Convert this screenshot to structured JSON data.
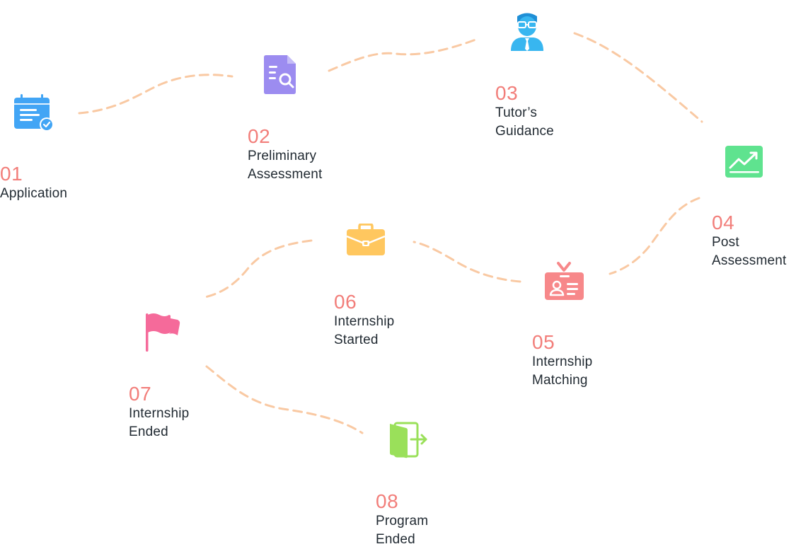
{
  "colors": {
    "path": "#f9c9a3",
    "number": "#f27e7a",
    "text": "#222b33",
    "application_icon": "#42a5f5",
    "assessment_icon": "#9c8cf0",
    "tutor_icon": "#38b6f0",
    "post_assessment_icon": "#5fe38f",
    "matching_icon": "#f7888a",
    "started_icon": "#ffc75f",
    "ended_icon": "#f56a9a",
    "program_icon": "#9ae05a"
  },
  "steps": [
    {
      "number": "01",
      "title": "Application",
      "icon": "clipboard-check-icon"
    },
    {
      "number": "02",
      "title": "Preliminary Assessment",
      "icon": "document-search-icon"
    },
    {
      "number": "03",
      "title": "Tutor’s Guidance",
      "icon": "tutor-icon"
    },
    {
      "number": "04",
      "title": "Post Assessment",
      "icon": "trend-chart-icon"
    },
    {
      "number": "05",
      "title": "Internship Matching",
      "icon": "id-badge-icon"
    },
    {
      "number": "06",
      "title": "Internship Started",
      "icon": "briefcase-icon"
    },
    {
      "number": "07",
      "title": "Internship Ended",
      "icon": "flag-icon"
    },
    {
      "number": "08",
      "title": "Program Ended",
      "icon": "exit-door-icon"
    }
  ]
}
